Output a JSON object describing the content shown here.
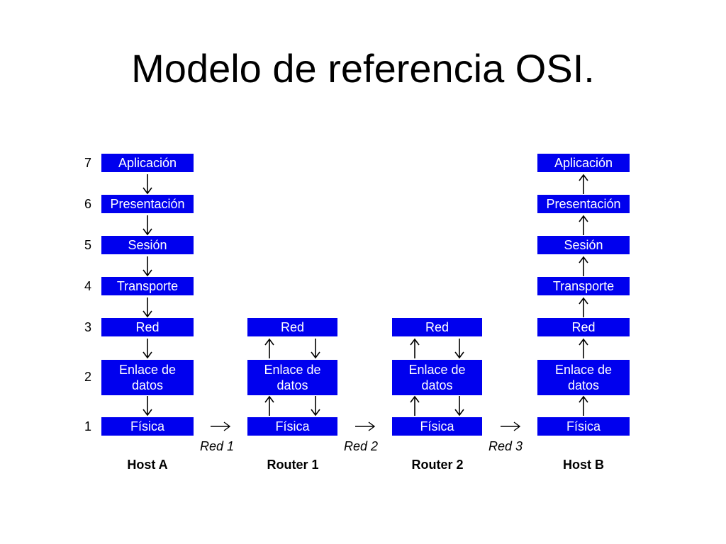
{
  "title": "Modelo de referencia OSI.",
  "layer_numbers": [
    "7",
    "6",
    "5",
    "4",
    "3",
    "2",
    "1"
  ],
  "layers": {
    "aplicacion": "Aplicación",
    "presentacion": "Presentación",
    "sesion": "Sesión",
    "transporte": "Transporte",
    "red": "Red",
    "enlace": "Enlace de datos",
    "fisica": "Física"
  },
  "networks": [
    "Red 1",
    "Red 2",
    "Red 3"
  ],
  "devices": [
    "Host A",
    "Router 1",
    "Router 2",
    "Host B"
  ],
  "colors": {
    "box": "#0000ee",
    "box_text": "#ffffff"
  }
}
